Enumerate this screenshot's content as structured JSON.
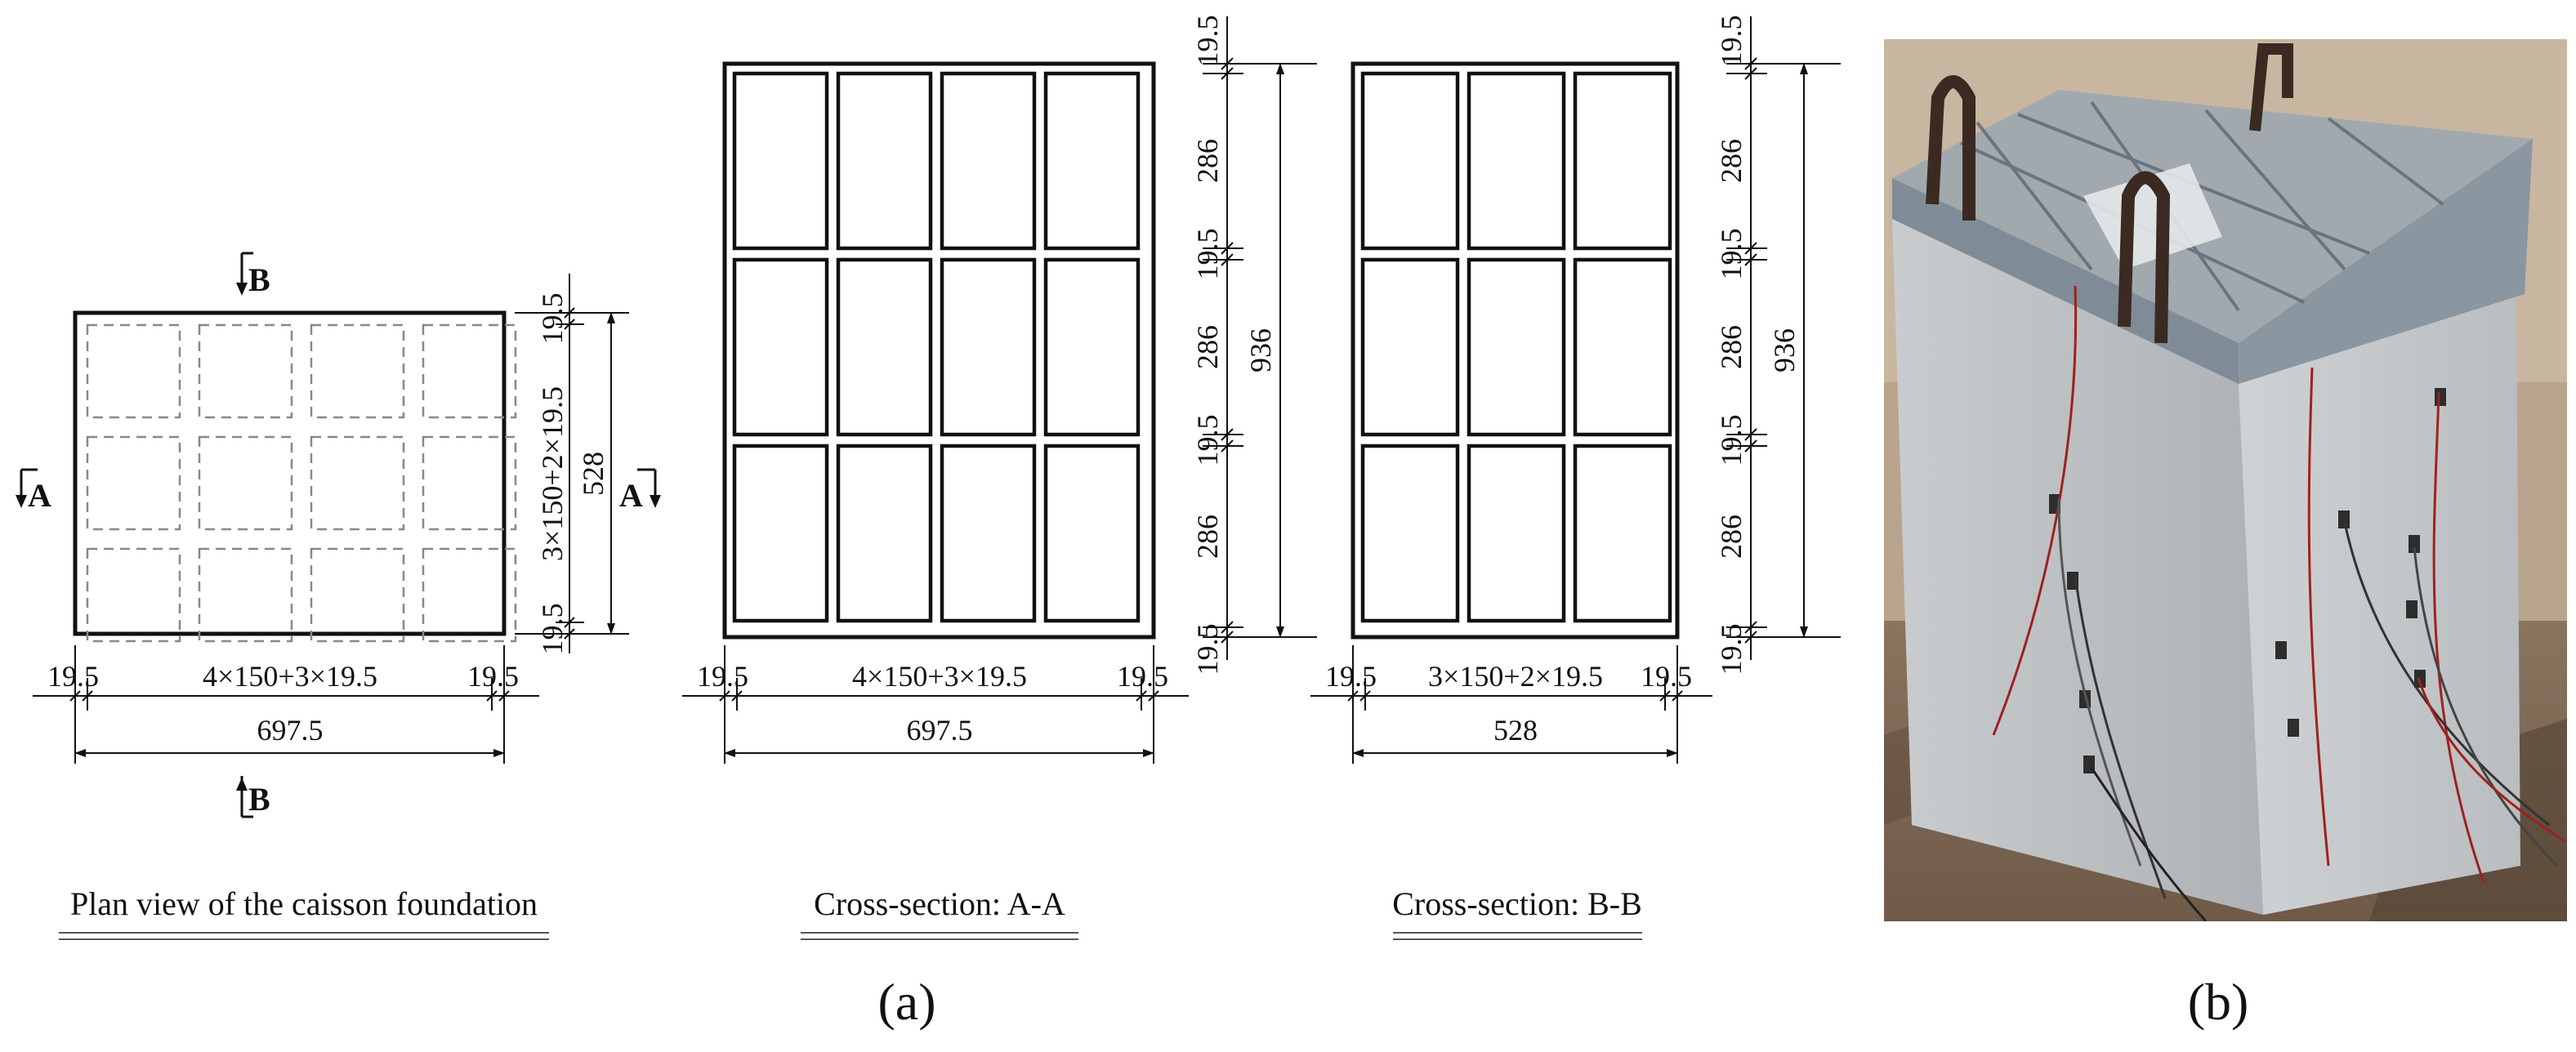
{
  "plan": {
    "caption": "Plan view of the caisson foundation",
    "dim_width_sum": "4×150+3×19.5",
    "dim_width_total": "697.5",
    "dim_wall_left": "19.5",
    "dim_wall_right": "19.5",
    "dim_height_sum": "3×150+2×19.5",
    "dim_height_total": "528",
    "dim_wall_top": "19.5",
    "dim_wall_bottom": "19.5",
    "section_a": "A",
    "section_b": "B"
  },
  "section_aa": {
    "caption": "Cross-section: A-A",
    "dim_width_sum": "4×150+3×19.5",
    "dim_width_total": "697.5",
    "dim_wall_left": "19.5",
    "dim_wall_right": "19.5",
    "dim_heights": [
      "19.5",
      "286",
      "19.5",
      "286",
      "19.5",
      "286",
      "19.5"
    ],
    "dim_total_height": "936"
  },
  "section_bb": {
    "caption": "Cross-section: B-B",
    "dim_width_sum": "3×150+2×19.5",
    "dim_width_total": "528",
    "dim_wall_left": "19.5",
    "dim_wall_right": "19.5",
    "dim_heights": [
      "19.5",
      "286",
      "19.5",
      "286",
      "19.5",
      "286",
      "19.5"
    ],
    "dim_total_height": "936"
  },
  "panel_labels": {
    "a": "(a)",
    "b": "(b)"
  },
  "photo": {
    "subject": "concrete caisson foundation model with transparent acrylic top, steel lifting hooks and sensor cables"
  }
}
